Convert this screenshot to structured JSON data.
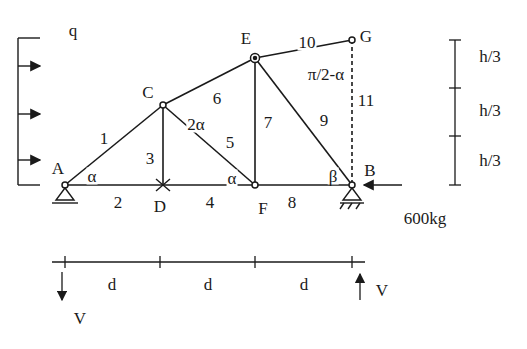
{
  "diagram": {
    "labels": [
      "q",
      "h/3",
      "10",
      "G",
      "E",
      "π/2-α",
      "6",
      "h/3",
      "11",
      "C",
      "2α",
      "7",
      "9",
      "1",
      "5",
      "3",
      "A",
      "α",
      "α",
      "β",
      "h/3",
      "B",
      "2",
      "D",
      "4",
      "F",
      "8",
      "600kg",
      "d",
      "d",
      "d",
      "V",
      "V"
    ]
  }
}
